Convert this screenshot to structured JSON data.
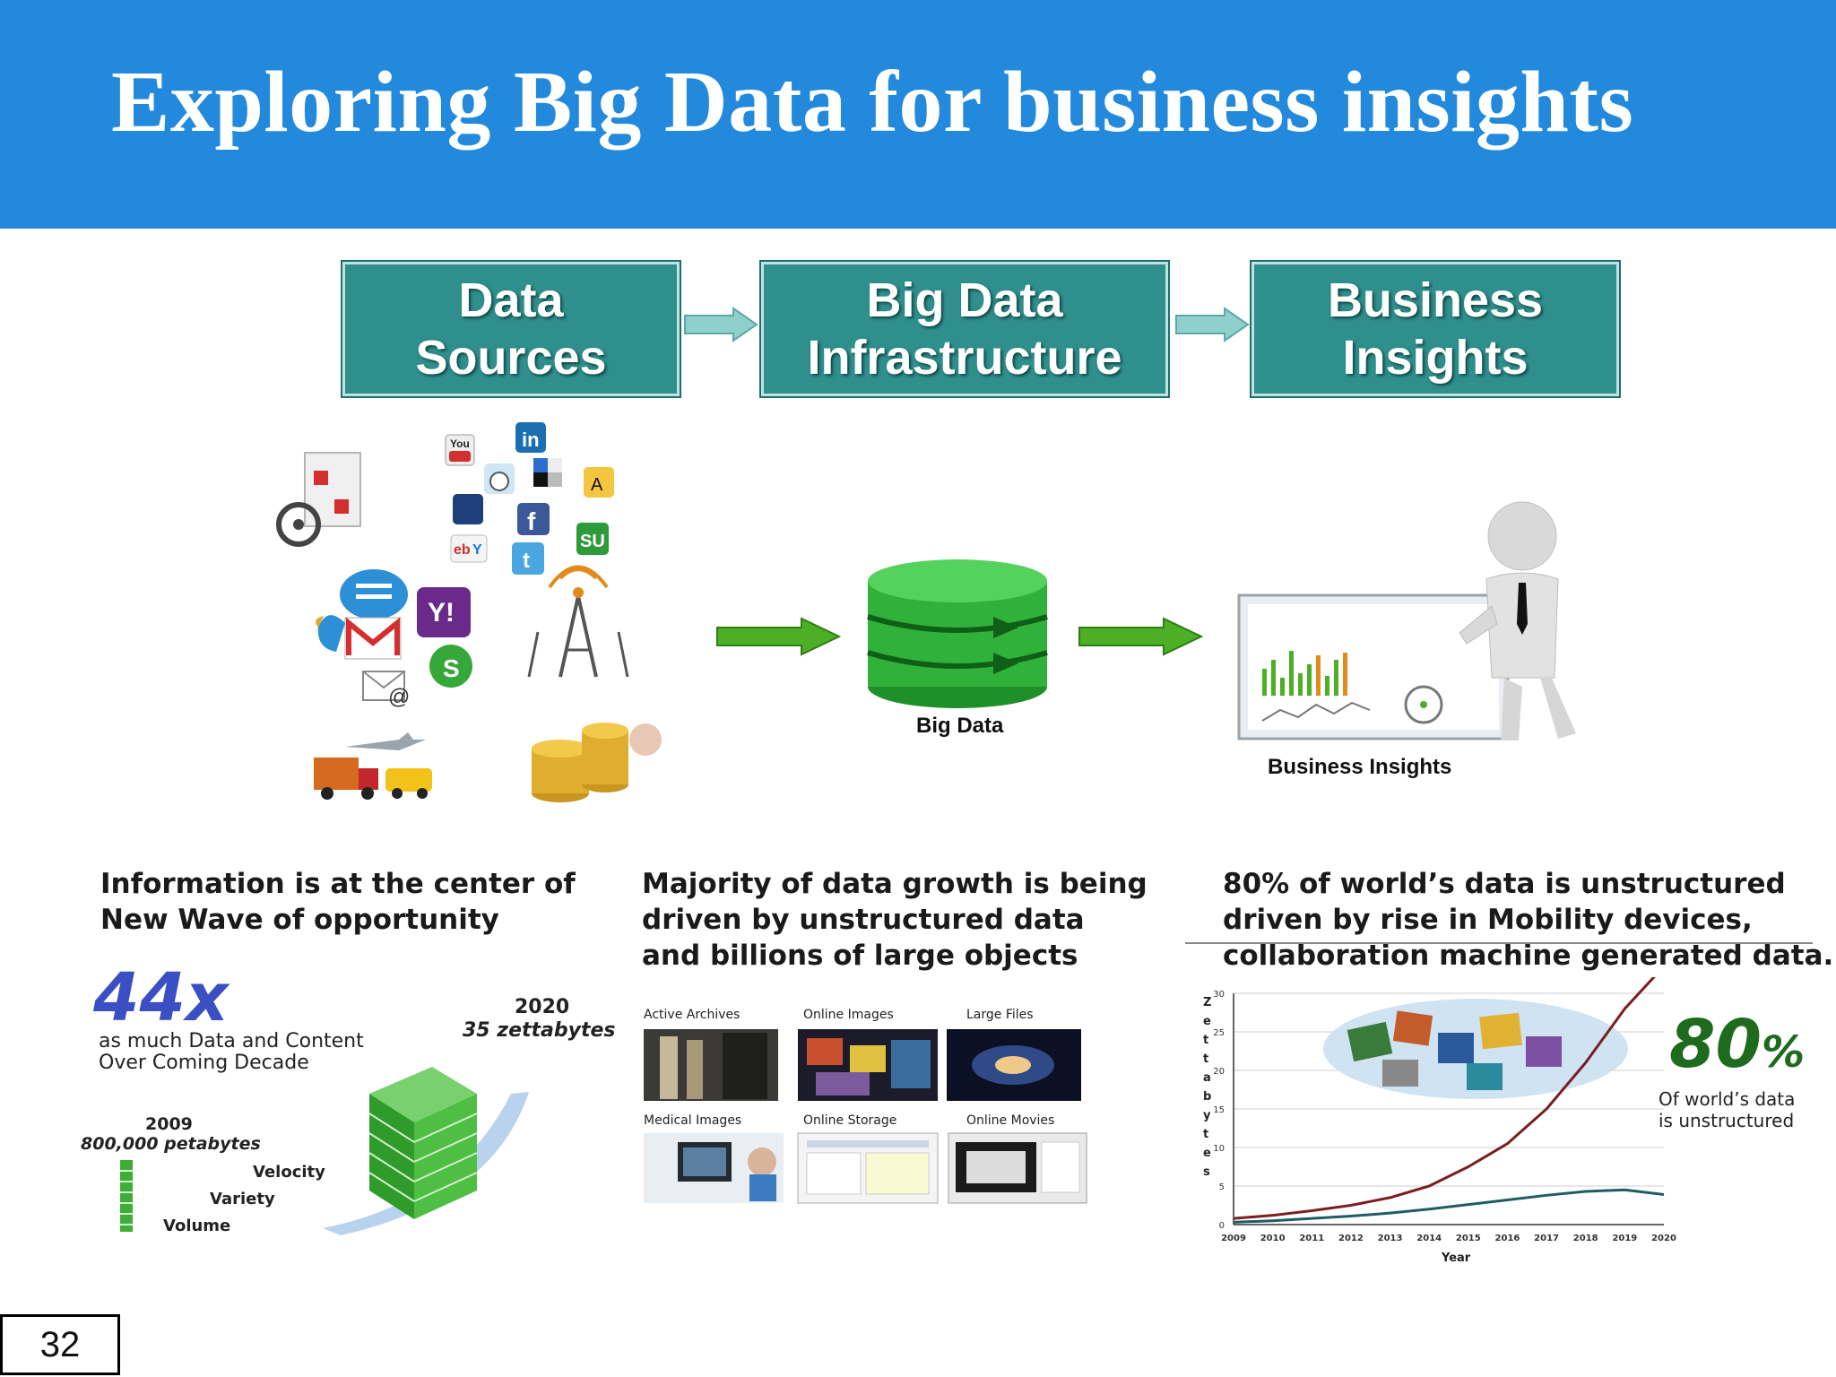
{
  "slide": {
    "title": "Exploring Big Data for business insights",
    "page_number": "32"
  },
  "flow": {
    "box1_line1": "Data",
    "box1_line2": "Sources",
    "box2_line1": "Big Data",
    "box2_line2": "Infrastructure",
    "box3_line1": "Business",
    "box3_line2": "Insights"
  },
  "illustration": {
    "big_data_label": "Big Data",
    "business_insights_label": "Business Insights"
  },
  "col1": {
    "heading_line1": "Information is at the center of",
    "heading_line2": "New Wave of opportunity",
    "multiplier": "44x",
    "multiplier_desc_line1": "as much Data and Content",
    "multiplier_desc_line2": "Over Coming Decade",
    "year_2020": "2020",
    "amount_2020": "35 zettabytes",
    "year_2009": "2009",
    "amount_2009": "800,000 petabytes",
    "v1": "Velocity",
    "v2": "Variety",
    "v3": "Volume"
  },
  "col2": {
    "heading_line1": "Majority of data growth is being",
    "heading_line2": "driven by unstructured data",
    "heading_line3": "and billions of large objects",
    "tiles": [
      "Active Archives",
      "Online Images",
      "Large Files",
      "Medical Images",
      "Online Storage",
      "Online Movies"
    ]
  },
  "col3": {
    "heading_line1": "80% of world’s data is unstructured",
    "heading_line2": "driven by rise in Mobility devices,",
    "heading_line3": "collaboration machine generated data.",
    "big_percent": "80",
    "percent_sign": "%",
    "percent_desc_line1": "Of world’s data",
    "percent_desc_line2": "is unstructured"
  },
  "chart_data": {
    "type": "line",
    "x": [
      2009,
      2010,
      2011,
      2012,
      2013,
      2014,
      2015,
      2016,
      2017,
      2018,
      2019,
      2020
    ],
    "x_ticks": [
      "2009",
      "2010",
      "2011",
      "2012",
      "2013",
      "2014",
      "2015",
      "2016",
      "2017",
      "2018",
      "2019",
      "2020"
    ],
    "y_ticks": [
      "0",
      "5",
      "10",
      "15",
      "20",
      "25",
      "30"
    ],
    "ylim": [
      0,
      30
    ],
    "ylabel": "Zettabytes",
    "xlabel": "Year",
    "series": [
      {
        "values": [
          0.8,
          1.2,
          1.8,
          2.5,
          3.5,
          5,
          7.5,
          10.5,
          15,
          21,
          28,
          35
        ],
        "color": "#7a1f1f"
      },
      {
        "values": [
          0.3,
          0.5,
          0.8,
          1.1,
          1.5,
          2.0,
          2.6,
          3.2,
          3.8,
          4.3,
          4.5,
          3.9
        ],
        "color": "#1f5c64"
      }
    ]
  },
  "colors": {
    "header_bg": "#2289dc",
    "flow_box": "#2f8f8c",
    "green_arrow": "#4caf25",
    "light_arrow": "#8fd0cc",
    "multiplier_blue": "#3a4fc4",
    "percent_green": "#1e6b1e"
  }
}
